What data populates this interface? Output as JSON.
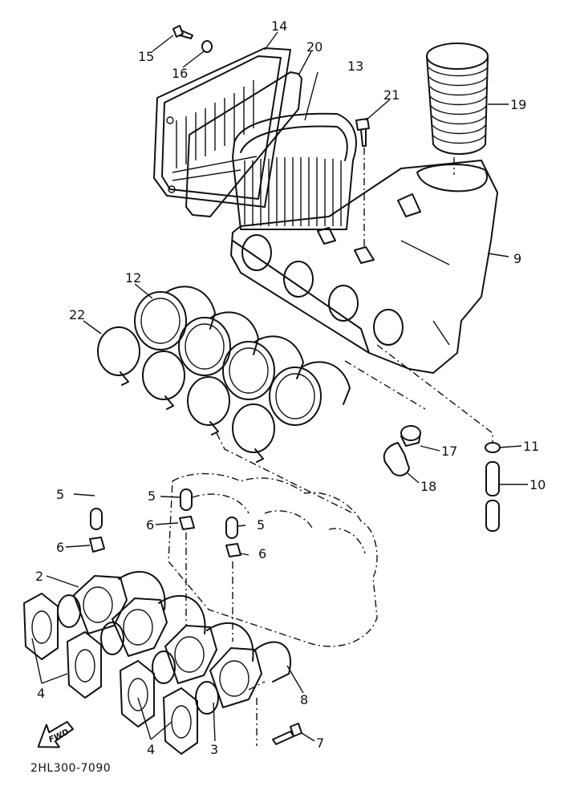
{
  "diagram": {
    "title_code": "2HL300-7090",
    "direction_marker": "FWD",
    "callouts": [
      {
        "id": "c15",
        "label": "15"
      },
      {
        "id": "c16",
        "label": "16"
      },
      {
        "id": "c14",
        "label": "14"
      },
      {
        "id": "c20",
        "label": "20"
      },
      {
        "id": "c13",
        "label": "13"
      },
      {
        "id": "c21",
        "label": "21"
      },
      {
        "id": "c19",
        "label": "19"
      },
      {
        "id": "c9",
        "label": "9"
      },
      {
        "id": "c12",
        "label": "12"
      },
      {
        "id": "c22",
        "label": "22"
      },
      {
        "id": "c17",
        "label": "17"
      },
      {
        "id": "c11",
        "label": "11"
      },
      {
        "id": "c18",
        "label": "18"
      },
      {
        "id": "c10",
        "label": "10"
      },
      {
        "id": "c5a",
        "label": "5"
      },
      {
        "id": "c5b",
        "label": "5"
      },
      {
        "id": "c5c",
        "label": "5"
      },
      {
        "id": "c6a",
        "label": "6"
      },
      {
        "id": "c6b",
        "label": "6"
      },
      {
        "id": "c6c",
        "label": "6"
      },
      {
        "id": "c2",
        "label": "2"
      },
      {
        "id": "c8",
        "label": "8"
      },
      {
        "id": "c4a",
        "label": "4"
      },
      {
        "id": "c4b",
        "label": "4"
      },
      {
        "id": "c3",
        "label": "3"
      },
      {
        "id": "c7",
        "label": "7"
      }
    ]
  }
}
